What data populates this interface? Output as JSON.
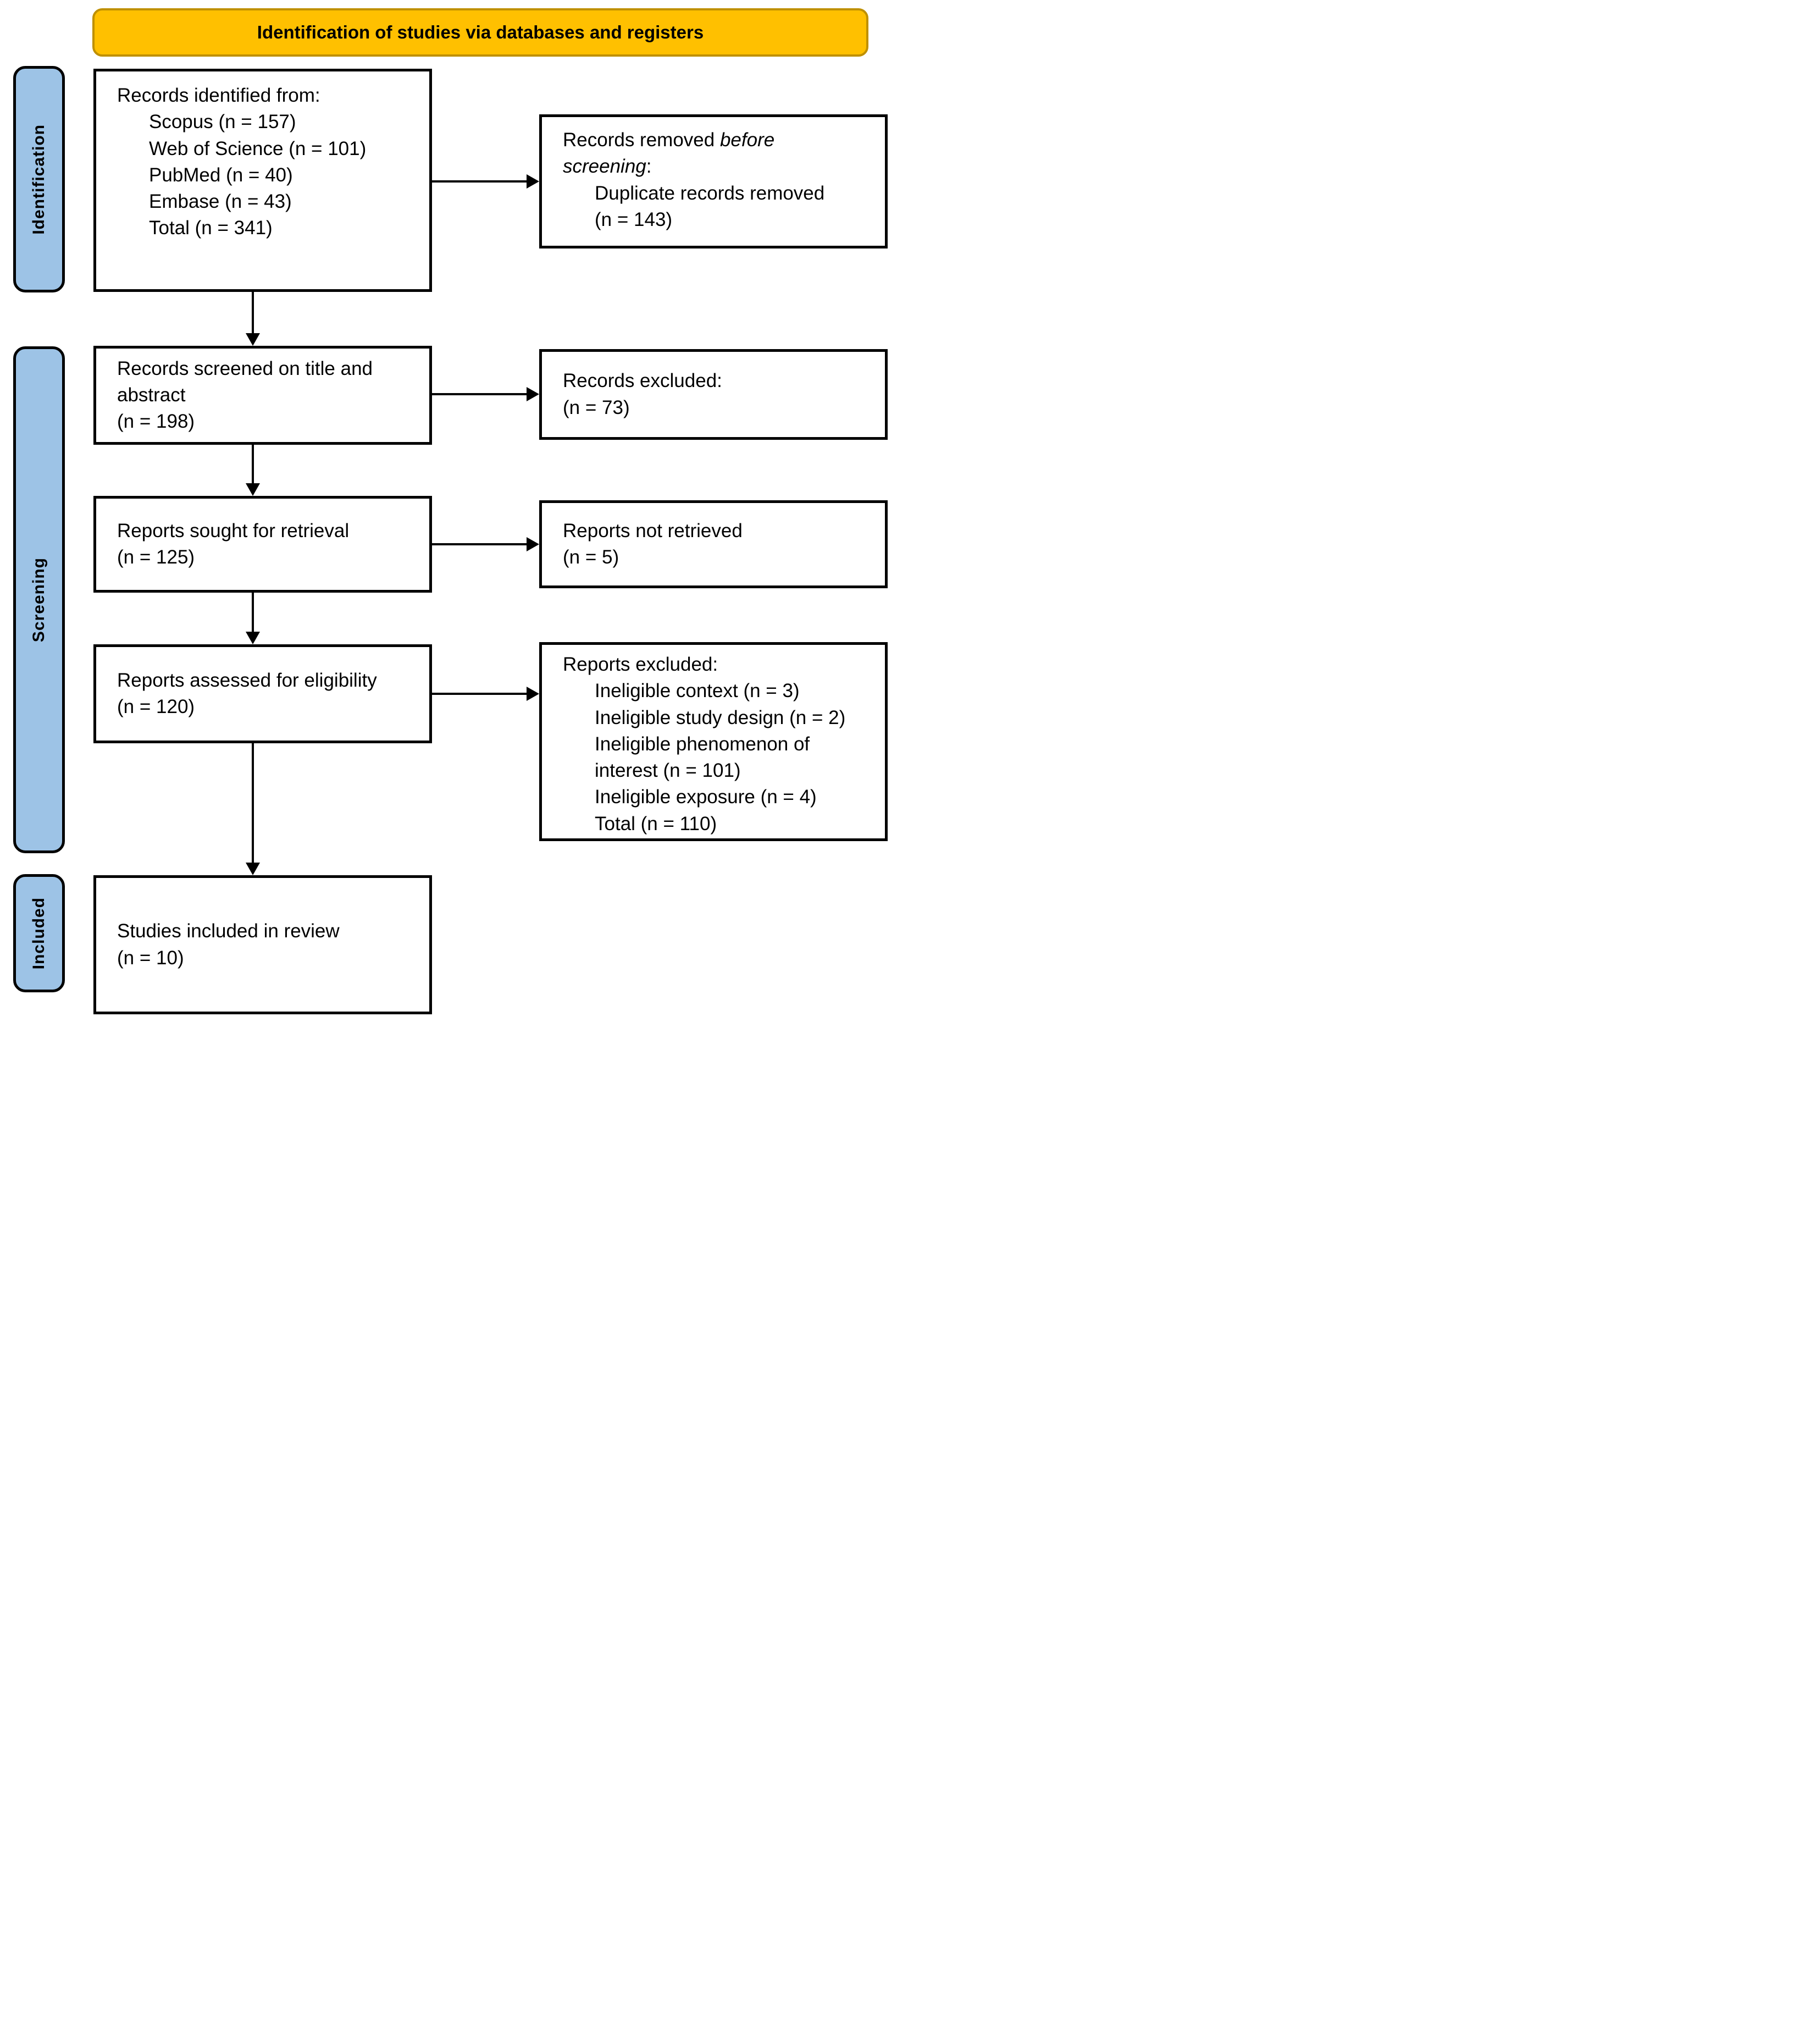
{
  "banner": {
    "label": "Identification of studies via databases and registers"
  },
  "colors": {
    "banner_bg": "#FFC000",
    "banner_border": "#BF9000",
    "stage_bg": "#9DC3E6",
    "box_border": "#000000",
    "arrow": "#000000",
    "text": "#000000"
  },
  "stages": [
    {
      "label": "Identification"
    },
    {
      "label": "Screening"
    },
    {
      "label": "Included"
    }
  ],
  "main_boxes": [
    {
      "name": "records-identified",
      "lines": [
        {
          "t": "Records identified from:"
        },
        {
          "t": "Scopus (n = 157)",
          "ind": 1
        },
        {
          "t": "Web of Science (n = 101)",
          "ind": 1
        },
        {
          "t": "PubMed (n = 40)",
          "ind": 1
        },
        {
          "t": "Embase (n = 43)",
          "ind": 1
        },
        {
          "t": "Total (n = 341)",
          "ind": 1
        }
      ]
    },
    {
      "name": "records-screened",
      "lines": [
        {
          "t": "Records screened on title and"
        },
        {
          "t": "abstract"
        },
        {
          "t": "(n = 198)"
        }
      ]
    },
    {
      "name": "reports-sought",
      "lines": [
        {
          "t": "Reports sought for retrieval"
        },
        {
          "t": "(n = 125)"
        }
      ]
    },
    {
      "name": "reports-assessed",
      "lines": [
        {
          "t": "Reports assessed for eligibility"
        },
        {
          "t": "(n = 120)"
        }
      ]
    },
    {
      "name": "studies-included",
      "lines": [
        {
          "t": "Studies included in review"
        },
        {
          "t": "(n = 10)"
        }
      ]
    }
  ],
  "side_boxes": [
    {
      "name": "records-removed-before-screening",
      "lines": [
        {
          "parts": [
            {
              "t": "Records removed "
            },
            {
              "t": "before",
              "i": 1
            }
          ]
        },
        {
          "parts": [
            {
              "t": "screening",
              "i": 1
            },
            {
              "t": ":"
            }
          ]
        },
        {
          "t": "Duplicate records removed",
          "ind": 1
        },
        {
          "t": "(n = 143)",
          "ind": 1
        }
      ]
    },
    {
      "name": "records-excluded",
      "lines": [
        {
          "t": "Records excluded:"
        },
        {
          "t": "(n = 73)"
        }
      ]
    },
    {
      "name": "reports-not-retrieved",
      "lines": [
        {
          "t": "Reports not retrieved"
        },
        {
          "t": "(n = 5)"
        }
      ]
    },
    {
      "name": "reports-excluded",
      "lines": [
        {
          "t": "Reports excluded:"
        },
        {
          "t": "Ineligible context (n = 3)",
          "ind": 1
        },
        {
          "t": "Ineligible study design (n = 2)",
          "ind": 1
        },
        {
          "t": "Ineligible phenomenon of",
          "ind": 1
        },
        {
          "t": "interest (n = 101)",
          "ind": 1
        },
        {
          "t": "Ineligible exposure (n = 4)",
          "ind": 1
        },
        {
          "t": "Total (n = 110)",
          "ind": 1
        }
      ]
    }
  ]
}
